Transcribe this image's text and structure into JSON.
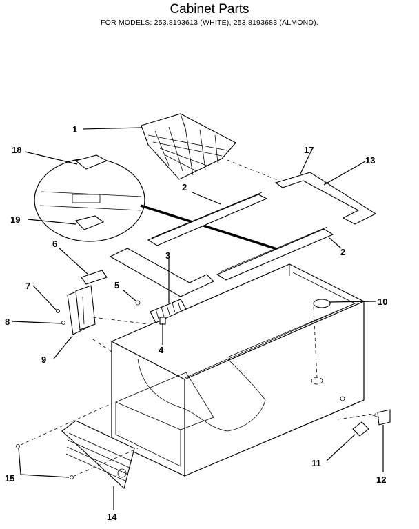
{
  "header": {
    "title": "Cabinet Parts",
    "subtitle": "FOR MODELS:  253.8193613 (WHITE), 253.8193683 (ALMOND)."
  },
  "callouts": [
    "1",
    "2",
    "2",
    "3",
    "4",
    "5",
    "6",
    "7",
    "8",
    "9",
    "10",
    "11",
    "12",
    "13",
    "14",
    "15",
    "17",
    "18",
    "19"
  ]
}
